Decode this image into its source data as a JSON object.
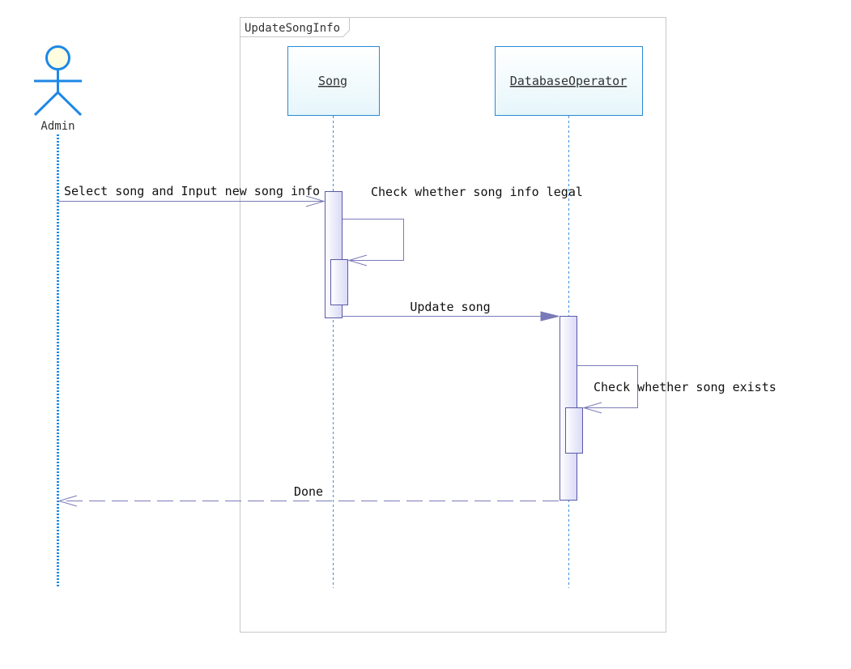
{
  "frame": {
    "label": "UpdateSongInfo"
  },
  "actor": {
    "name": "Admin"
  },
  "objects": [
    {
      "name": "Song"
    },
    {
      "name": "DatabaseOperator"
    }
  ],
  "messages": [
    {
      "label": "Select song and Input new song info",
      "from": "Admin",
      "to": "Song",
      "kind": "sync"
    },
    {
      "label": "Check whether song info legal",
      "from": "Song",
      "to": "Song",
      "kind": "self"
    },
    {
      "label": "Update song",
      "from": "Song",
      "to": "DatabaseOperator",
      "kind": "sync"
    },
    {
      "label": "Check whether song exists",
      "from": "DatabaseOperator",
      "to": "DatabaseOperator",
      "kind": "self"
    },
    {
      "label": "Done",
      "from": "DatabaseOperator",
      "to": "Admin",
      "kind": "return"
    }
  ],
  "colors": {
    "actor": "#1e88e5",
    "actor_fill": "#fffde0",
    "lifeline": "#3f8fe0",
    "object_border": "#2a8ad4",
    "object_fill_top": "#ffffff",
    "object_fill_bottom": "#e6f6fb",
    "activation_border": "#5a5aa8",
    "activation_fill": "#e4e4fb",
    "message": "#7a7ab8",
    "frame_border": "#c8c8c8"
  }
}
